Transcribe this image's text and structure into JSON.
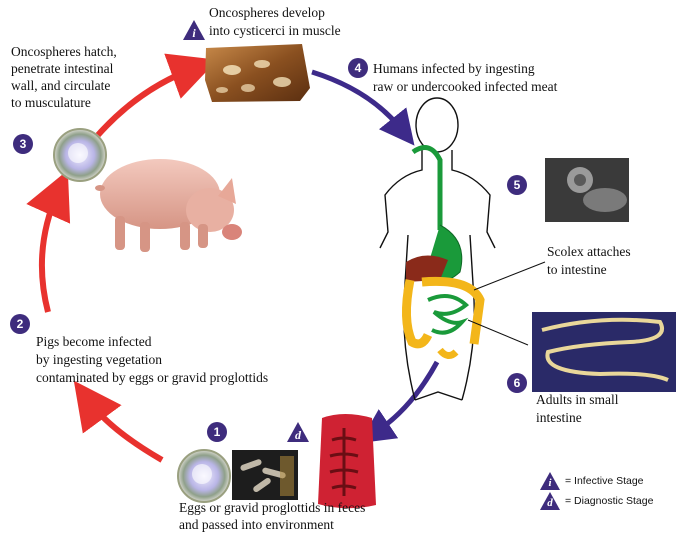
{
  "stages": {
    "s1": {
      "number": "1",
      "caption_line1": "Eggs or gravid proglottids in feces",
      "caption_line2": "and passed into environment"
    },
    "s2": {
      "number": "2",
      "caption_line1": "Pigs become infected",
      "caption_line2": "by ingesting vegetation",
      "caption_line3": "contaminated by eggs or gravid proglottids"
    },
    "s3": {
      "number": "3",
      "caption_line1": "Oncospheres hatch,",
      "caption_line2": "penetrate intestinal",
      "caption_line3": "wall, and circulate",
      "caption_line4": "to musculature"
    },
    "s4": {
      "number": "4",
      "caption_line1": "Humans infected by ingesting",
      "caption_line2": "raw or undercooked infected meat"
    },
    "s5": {
      "number": "5",
      "caption_line1": "Scolex attaches",
      "caption_line2": "to intestine"
    },
    "s6": {
      "number": "6",
      "caption_line1": "Adults in small",
      "caption_line2": "intestine"
    },
    "top": {
      "caption_line1": "Oncospheres develop",
      "caption_line2": "into cysticerci in muscle"
    }
  },
  "markers": {
    "infective": "i",
    "diagnostic": "d"
  },
  "legend": {
    "infective_label": "= Infective Stage",
    "diagnostic_label": "= Diagnostic Stage"
  },
  "colors": {
    "badge": "#3e2c7d",
    "red_arrow": "#e8322e",
    "purple_arrow": "#3d2a8a",
    "gut_green": "#1a9a3a",
    "colon_yellow": "#f3b61a"
  }
}
